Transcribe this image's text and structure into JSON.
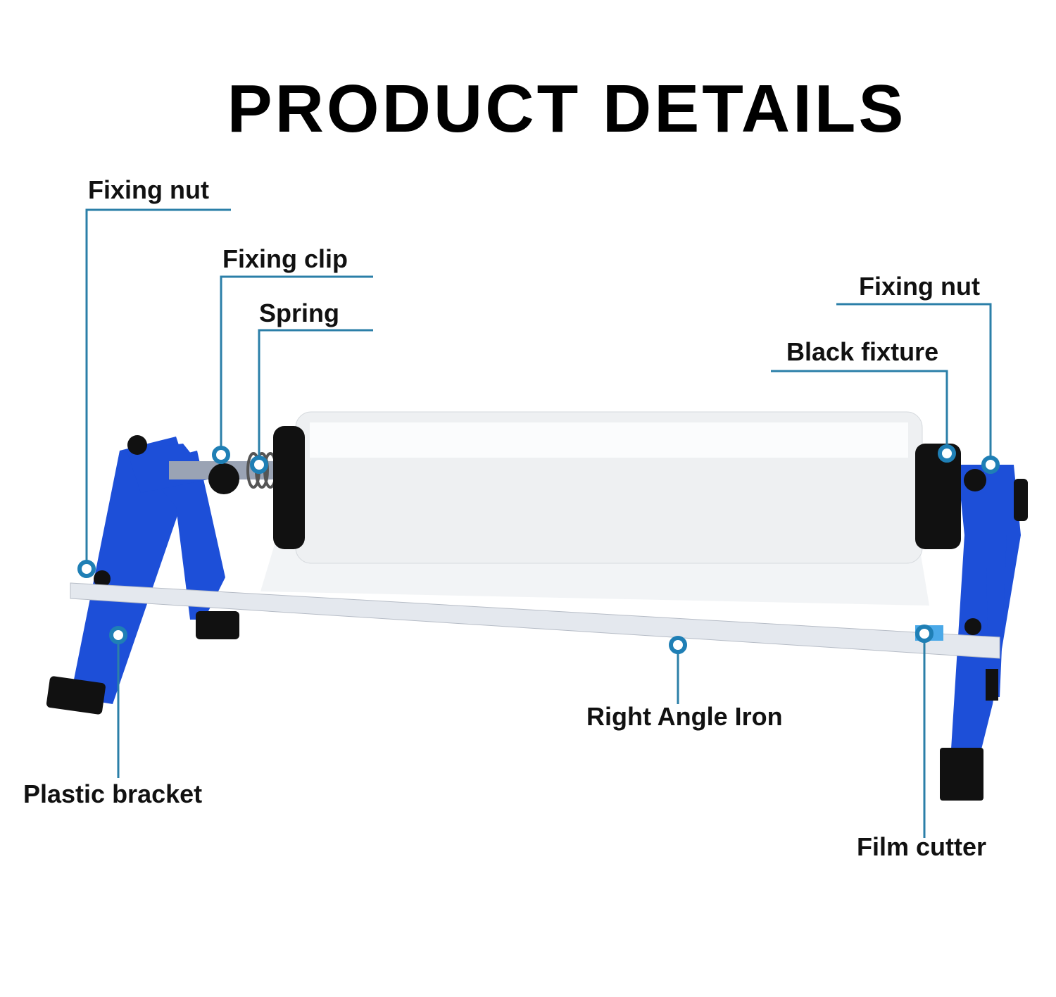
{
  "title": "PRODUCT DETAILS",
  "callouts": {
    "fixing_nut_left": "Fixing nut",
    "fixing_clip": "Fixing clip",
    "spring": "Spring",
    "fixing_nut_right": "Fixing nut",
    "black_fixture": "Black fixture",
    "plastic_bracket": "Plastic bracket",
    "right_angle_iron": "Right Angle Iron",
    "film_cutter": "Film cutter"
  },
  "colors": {
    "callout_line": "#2b7fa8",
    "callout_dot": "#1f7fb5",
    "bracket": "#1d4fd8"
  }
}
